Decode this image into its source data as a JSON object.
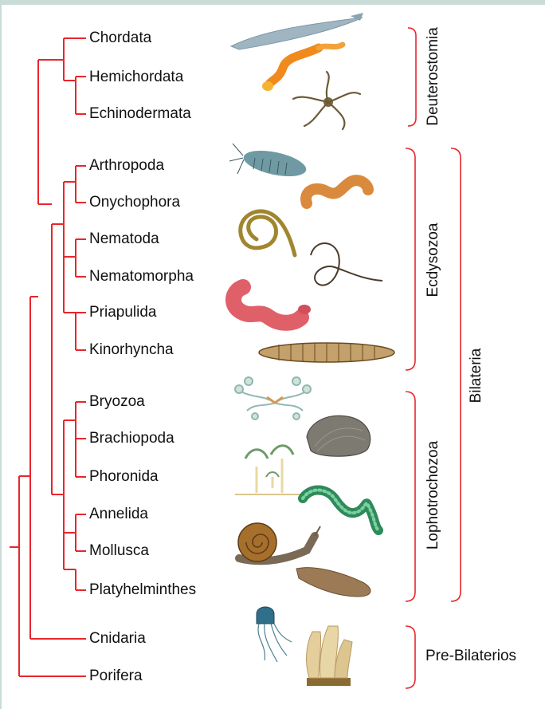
{
  "taxa": [
    "Chordata",
    "Hemichordata",
    "Echinodermata",
    "Arthropoda",
    "Onychophora",
    "Nematoda",
    "Nematomorpha",
    "Priapulida",
    "Kinorhyncha",
    "Bryozoa",
    "Brachiopoda",
    "Phoronida",
    "Annelida",
    "Mollusca",
    "Platyhelminthes",
    "Cnidaria",
    "Porifera"
  ],
  "groups": {
    "deuterostomia": "Deuterostomia",
    "ecdysozoa": "Ecdysozoa",
    "lophotrochozoa": "Lophotrochozoa",
    "bilateria": "Bilateria",
    "prebilaterios": "Pre-Bilaterios"
  },
  "colors": {
    "tree": "#e8262c",
    "bracket": "#e8262c",
    "background": "#c9dcd7"
  },
  "icons": [
    "lancelet-icon",
    "acorn-worm-icon",
    "brittle-star-icon",
    "isopod-icon",
    "velvet-worm-icon",
    "roundworm-icon",
    "horsehair-worm-icon",
    "priapulid-icon",
    "kinorhynch-icon",
    "bryozoan-icon",
    "brachiopod-shell-icon",
    "phoronid-icon",
    "annelid-worm-icon",
    "snail-icon",
    "flatworm-icon",
    "jellyfish-icon",
    "sponge-icon"
  ]
}
